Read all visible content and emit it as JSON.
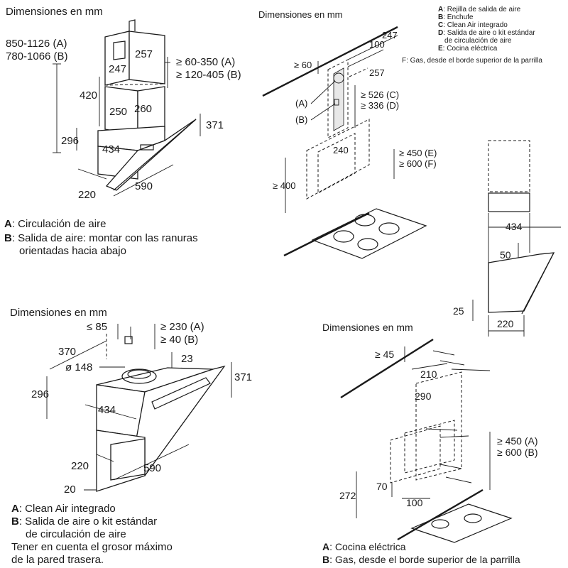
{
  "panel_tl": {
    "title": "Dimensiones en mm",
    "range_a": "850-1126 (A)",
    "range_b": "780-1066 (B)",
    "d257": "257",
    "d247": "247",
    "gap_a": "≥ 60-350 (A)",
    "gap_b": "≥ 120-405 (B)",
    "d420": "420",
    "d250": "250",
    "d260": "260",
    "d296": "296",
    "d371": "371",
    "d434": "434",
    "d220": "220",
    "d590": "590",
    "note_a_key": "A",
    "note_a_text": ": Circulación de aire",
    "note_b_key": "B",
    "note_b_text": ": Salida de aire: montar con las ranuras",
    "note_b_text2": "orientadas hacia abajo"
  },
  "panel_tr": {
    "title": "Dimensiones en mm",
    "legend": [
      {
        "key": "A",
        "text": ": Rejilla de salida de aire"
      },
      {
        "key": "B",
        "text": ": Enchufe"
      },
      {
        "key": "C",
        "text": ": Clean Air integrado"
      },
      {
        "key": "D",
        "text": ": Salida de aire o kit estándar"
      },
      {
        "key": "",
        "text": "de circulación de aire"
      },
      {
        "key": "E",
        "text": ": Cocina eléctrica"
      }
    ],
    "legend_f": "F: Gas, desde el borde superior de la parrilla",
    "d247": "247",
    "d100": "100",
    "d60": "≥ 60",
    "d257": "257",
    "callout_a": "(A)",
    "callout_b": "(B)",
    "gap_c": "≥ 526 (C)",
    "gap_d": "≥ 336 (D)",
    "d240": "240",
    "gap_e": "≥ 450 (E)",
    "gap_f": "≥ 600 (F)",
    "d400": "≥ 400"
  },
  "panel_side": {
    "d434": "434",
    "d50": "50",
    "d25": "25",
    "d220": "220"
  },
  "panel_bl": {
    "title": "Dimensiones en mm",
    "d85": "≤ 85",
    "gap_a": "≥ 230 (A)",
    "gap_b": "≥ 40 (B)",
    "d370": "370",
    "d148": "ø 148",
    "d23": "23",
    "d296": "296",
    "d371": "371",
    "d434": "434",
    "d220": "220",
    "d590": "590",
    "d20": "20",
    "note_a_key": "A",
    "note_a_text": ": Clean Air integrado",
    "note_b_key": "B",
    "note_b_text": ": Salida de aire o kit estándar",
    "note_b_text2": "de circulación de aire",
    "note_c": "Tener en cuenta el grosor máximo",
    "note_c2": "de la pared trasera."
  },
  "panel_br": {
    "title": "Dimensiones en mm",
    "d45": "≥ 45",
    "d210": "210",
    "d290": "290",
    "gap_a": "≥ 450 (A)",
    "gap_b": "≥ 600 (B)",
    "d272": "272",
    "d70": "70",
    "d100": "100",
    "note_a_key": "A",
    "note_a_text": ": Cocina eléctrica",
    "note_b_key": "B",
    "note_b_text": ": Gas, desde el borde superior de la parrilla"
  }
}
